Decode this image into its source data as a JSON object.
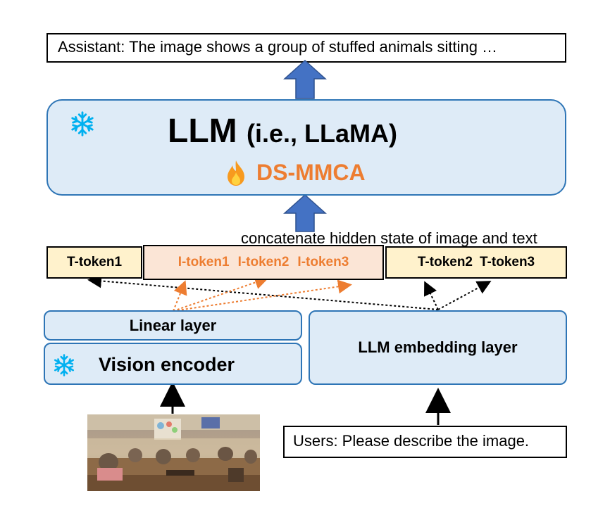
{
  "output_text": "Assistant: The image shows a group of stuffed animals sitting …",
  "llm": {
    "title_main": "LLM",
    "title_sub": "(i.e., LLaMA)",
    "adapter_label": "DS-MMCA",
    "frozen_icon": "snowflake-icon",
    "trainable_icon": "flame-icon"
  },
  "concat_label": "concatenate hidden state of image and text",
  "tokens": {
    "t1": "T-token1",
    "image_tokens": [
      "I-token1",
      "I-token2",
      "I-token3"
    ],
    "t2": "T-token2",
    "t3": "T-token3"
  },
  "linear_layer": "Linear layer",
  "vision_encoder": "Vision encoder",
  "embedding_layer": "LLM embedding layer",
  "user_text": "Users: Please describe the image.",
  "colors": {
    "llm_fill": "#deebf7",
    "llm_border": "#2e75b6",
    "arrow_blue": "#4472c4",
    "adapter_orange": "#ed7d31",
    "text_token_fill": "#fff2cc",
    "image_token_fill": "#fbe5d6",
    "snowflake": "#00b0f0"
  }
}
